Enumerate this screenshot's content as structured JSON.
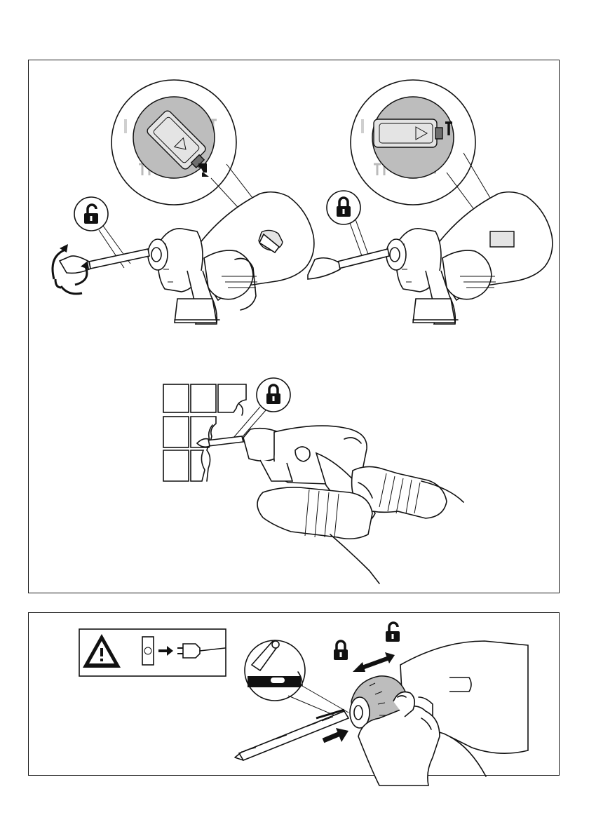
{
  "figure": {
    "panels": [
      {
        "id": "top",
        "steps": [
          "unlock-and-rotate-chisel",
          "lock-chisel-position",
          "chiseling-tiles"
        ]
      },
      {
        "id": "bottom",
        "steps": [
          "unplug-before-changing-bit",
          "insert-bit-into-chuck"
        ]
      }
    ],
    "icons": {
      "unlock": "padlock-open-icon",
      "lock": "padlock-closed-icon",
      "warning": "warning-triangle-icon",
      "plug": "unplug-icon"
    },
    "colors": {
      "ink": "#111111",
      "grey": "#bdbdbd",
      "light_grey": "#e4e4e4",
      "dark_grey": "#6e6e6e"
    }
  }
}
